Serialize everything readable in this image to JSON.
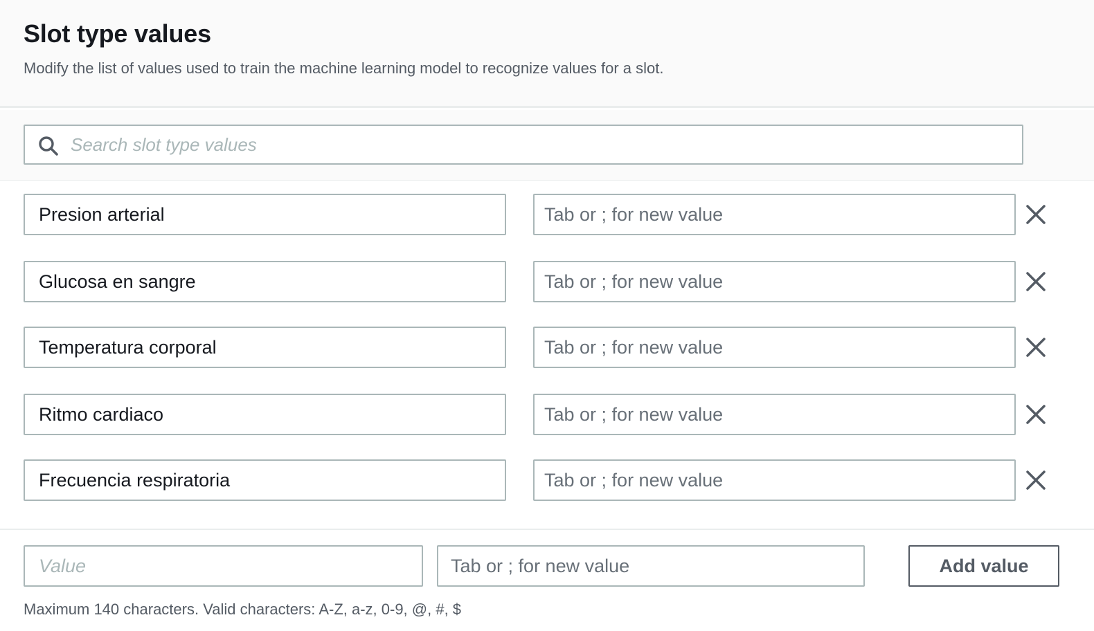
{
  "header": {
    "title": "Slot type values",
    "description": "Modify the list of values used to train the machine learning model to recognize values for a slot."
  },
  "search": {
    "placeholder": "Search slot type values",
    "value": "",
    "icon": "search-icon"
  },
  "values": [
    {
      "value": "Presion arterial",
      "synonyms_placeholder": "Tab or ; for new value"
    },
    {
      "value": "Glucosa en sangre",
      "synonyms_placeholder": "Tab or ; for new value"
    },
    {
      "value": "Temperatura corporal",
      "synonyms_placeholder": "Tab or ; for new value"
    },
    {
      "value": "Ritmo cardiaco",
      "synonyms_placeholder": "Tab or ; for new value"
    },
    {
      "value": "Frecuencia respiratoria",
      "synonyms_placeholder": "Tab or ; for new value"
    }
  ],
  "remove_icon": "close-icon",
  "new_entry": {
    "value_placeholder": "Value",
    "synonyms_placeholder": "Tab or ; for new value",
    "add_label": "Add value",
    "constraint_text": "Maximum 140 characters. Valid characters: A-Z, a-z, 0-9, @, #, $"
  },
  "colors": {
    "text": "#16191f",
    "secondary_text": "#545b64",
    "border": "#aab7b8",
    "header_background": "#fafafa"
  }
}
